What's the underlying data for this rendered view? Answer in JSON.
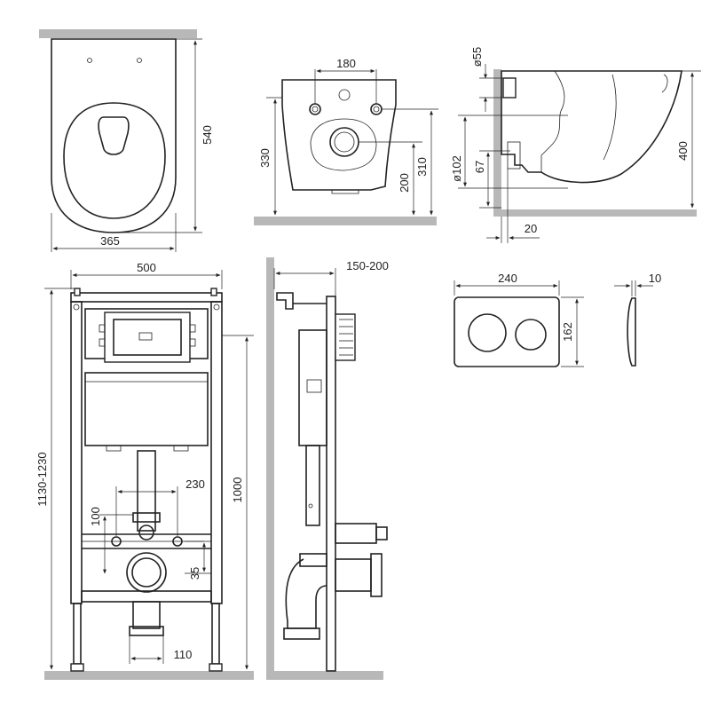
{
  "colors": {
    "line": "#222222",
    "ground": "#b8b8b8",
    "background": "#ffffff"
  },
  "dimensions": {
    "bowl_top_length": "540",
    "bowl_top_width": "365",
    "front_pitch": "180",
    "front_height": "330",
    "front_outlet_height": "200",
    "front_inlet_height": "310",
    "side_inlet_diameter": "ø55",
    "side_outlet_diameter": "ø102",
    "side_outlet_offset": "67",
    "side_height": "400",
    "side_wall_gap": "20",
    "frame_width": "500",
    "frame_height_range": "1130-1230",
    "frame_height": "1000",
    "frame_bolt_pitch": "230",
    "frame_bolt_drop": "100",
    "frame_outlet_offset": "35",
    "frame_foot_width": "110",
    "frame_depth_range": "150-200",
    "plate_width": "240",
    "plate_height": "162",
    "plate_thickness": "10"
  }
}
